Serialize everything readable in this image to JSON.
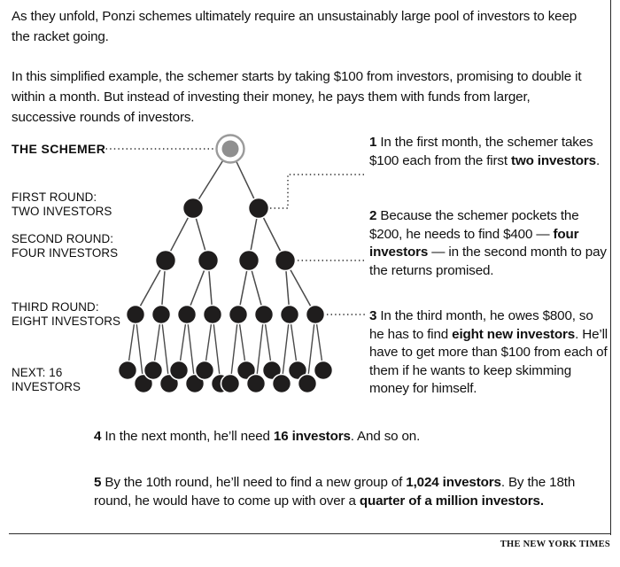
{
  "intro": {
    "paragraph_1": "As they unfold, Ponzi schemes ultimately require an unsustainably large pool of investors to keep the racket going.",
    "paragraph_2": "In this simplified example, the schemer starts by taking $100 from investors, promising to double it within a month. But instead of investing their money, he pays them with funds from larger, successive rounds of investors."
  },
  "diagram": {
    "labels": {
      "schemer": "THE SCHEMER",
      "round_1": "FIRST ROUND:\nTWO INVESTORS",
      "round_2": "SECOND ROUND:\nFOUR INVESTORS",
      "round_3": "THIRD ROUND:\nEIGHT INVESTORS",
      "round_4": "NEXT: 16\nINVESTORS"
    },
    "colors": {
      "node_fill": "#1f1d1d",
      "schemer_fill": "#8f8f8f",
      "schemer_ring": "#9a9a9a",
      "edge": "#4a4a4a",
      "dotted_leader": "#2b2b2b"
    },
    "levels": [
      {
        "name": "schemer",
        "count": 1,
        "investors": 1
      },
      {
        "name": "first-round",
        "count": 2,
        "investors": 2
      },
      {
        "name": "second-round",
        "count": 4,
        "investors": 4
      },
      {
        "name": "third-round",
        "count": 8,
        "investors": 8
      },
      {
        "name": "next-round",
        "count": 16,
        "investors": 16
      }
    ]
  },
  "notes": [
    {
      "number": "1",
      "html": "In the first month, the schemer takes $100 each from the first <b>two investors</b>."
    },
    {
      "number": "2",
      "html": "Because the schemer pockets the $200, he needs to find $400 &mdash; <b>four investors</b> &mdash; in the second month to pay the returns promised."
    },
    {
      "number": "3",
      "html": "In the third month, he owes $800, so he has to find <b>eight new investors</b>. He&#8217;ll have to get more than $100 from each of them if he wants to keep skimming money for himself."
    },
    {
      "number": "4",
      "html": "In the next month, he&#8217;ll need <b>16 investors</b>. And so on."
    },
    {
      "number": "5",
      "html": "By the 10th round, he&#8217;ll need to find a new group of <b>1,024 investors</b>. By the 18th round, he would have to come up with over a <b>quarter of a million investors.</b>"
    }
  ],
  "footer": {
    "credit": "THE NEW YORK TIMES"
  },
  "chart_data": {
    "type": "diagram",
    "title": "Ponzi scheme investor pyramid",
    "structure": "binary tree",
    "levels": [
      {
        "round": "The schemer",
        "nodes": 1,
        "amount_owed": "$100 per investor promised to double"
      },
      {
        "round": "First round",
        "nodes": 2,
        "money_taken": 200,
        "label": "TWO INVESTORS"
      },
      {
        "round": "Second round",
        "nodes": 4,
        "money_needed": 400,
        "label": "FOUR INVESTORS"
      },
      {
        "round": "Third round",
        "nodes": 8,
        "money_needed": 800,
        "label": "EIGHT INVESTORS"
      },
      {
        "round": "Next round",
        "nodes": 16,
        "label": "NEXT: 16 INVESTORS"
      },
      {
        "round": "10th round",
        "nodes": 1024,
        "label": "1,024 investors"
      },
      {
        "round": "18th round",
        "nodes": 262144,
        "label": "over a quarter of a million investors"
      }
    ],
    "xlabel": "",
    "ylabel": "",
    "grid": false
  }
}
